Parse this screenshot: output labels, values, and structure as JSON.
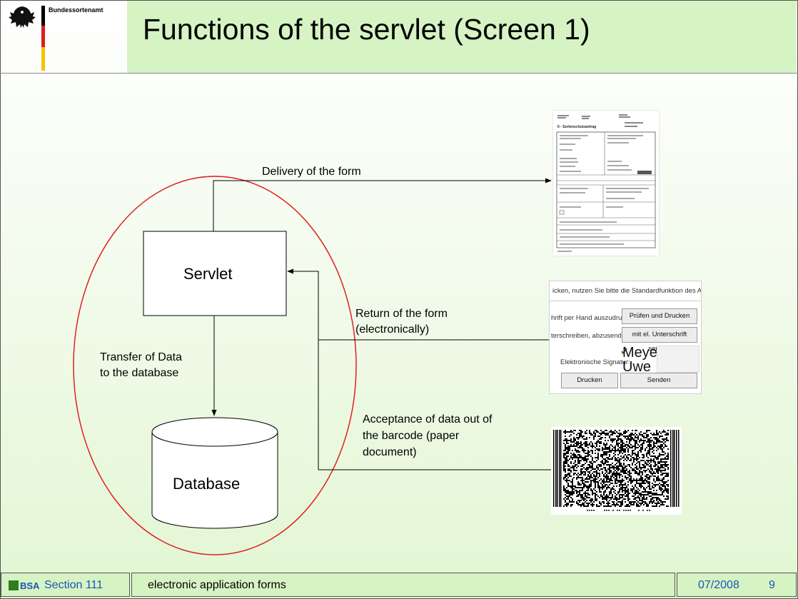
{
  "slide": {
    "title": "Functions of the servlet (Screen 1)",
    "header_logo_text": "Bundessortenamt"
  },
  "diagram": {
    "nodes": {
      "servlet": "Servlet",
      "database": "Database"
    },
    "edges": {
      "delivery": "Delivery of the form",
      "return_line1": "Return of the form",
      "return_line2": "(electronically)",
      "transfer_line1": "Transfer of Data",
      "transfer_line2": "to the database",
      "acceptance_line1": "Acceptance of data out of",
      "acceptance_line2": "the barcode (paper",
      "acceptance_line3": "document)"
    },
    "colors": {
      "ellipse": "#e02020",
      "lines": "#000000",
      "header": "#d6f3c3"
    }
  },
  "screenshot_form": {
    "heading": "II - Sortenschutzantrag"
  },
  "screenshot_sign": {
    "top_text": "icken, nutzen Sie bitte die Standardfunktion des Adobe Readers",
    "line1": "hrift per Hand auszudrucken:",
    "btn_check_print": "Prüfen und Drucken",
    "line2": "terschreiben, abzusenden",
    "btn_send_sig": "mit el. Unterschrift senden",
    "sig_label": "Elektronische Signatur:",
    "sig_name_1": "Meyer,",
    "sig_name_2": "Uwe",
    "btn_print": "Drucken",
    "btn_send": "Senden"
  },
  "footer": {
    "logo_text": "BSA",
    "section": "Section 111",
    "subject": "electronic application forms",
    "date": "07/2008",
    "page": "9"
  }
}
